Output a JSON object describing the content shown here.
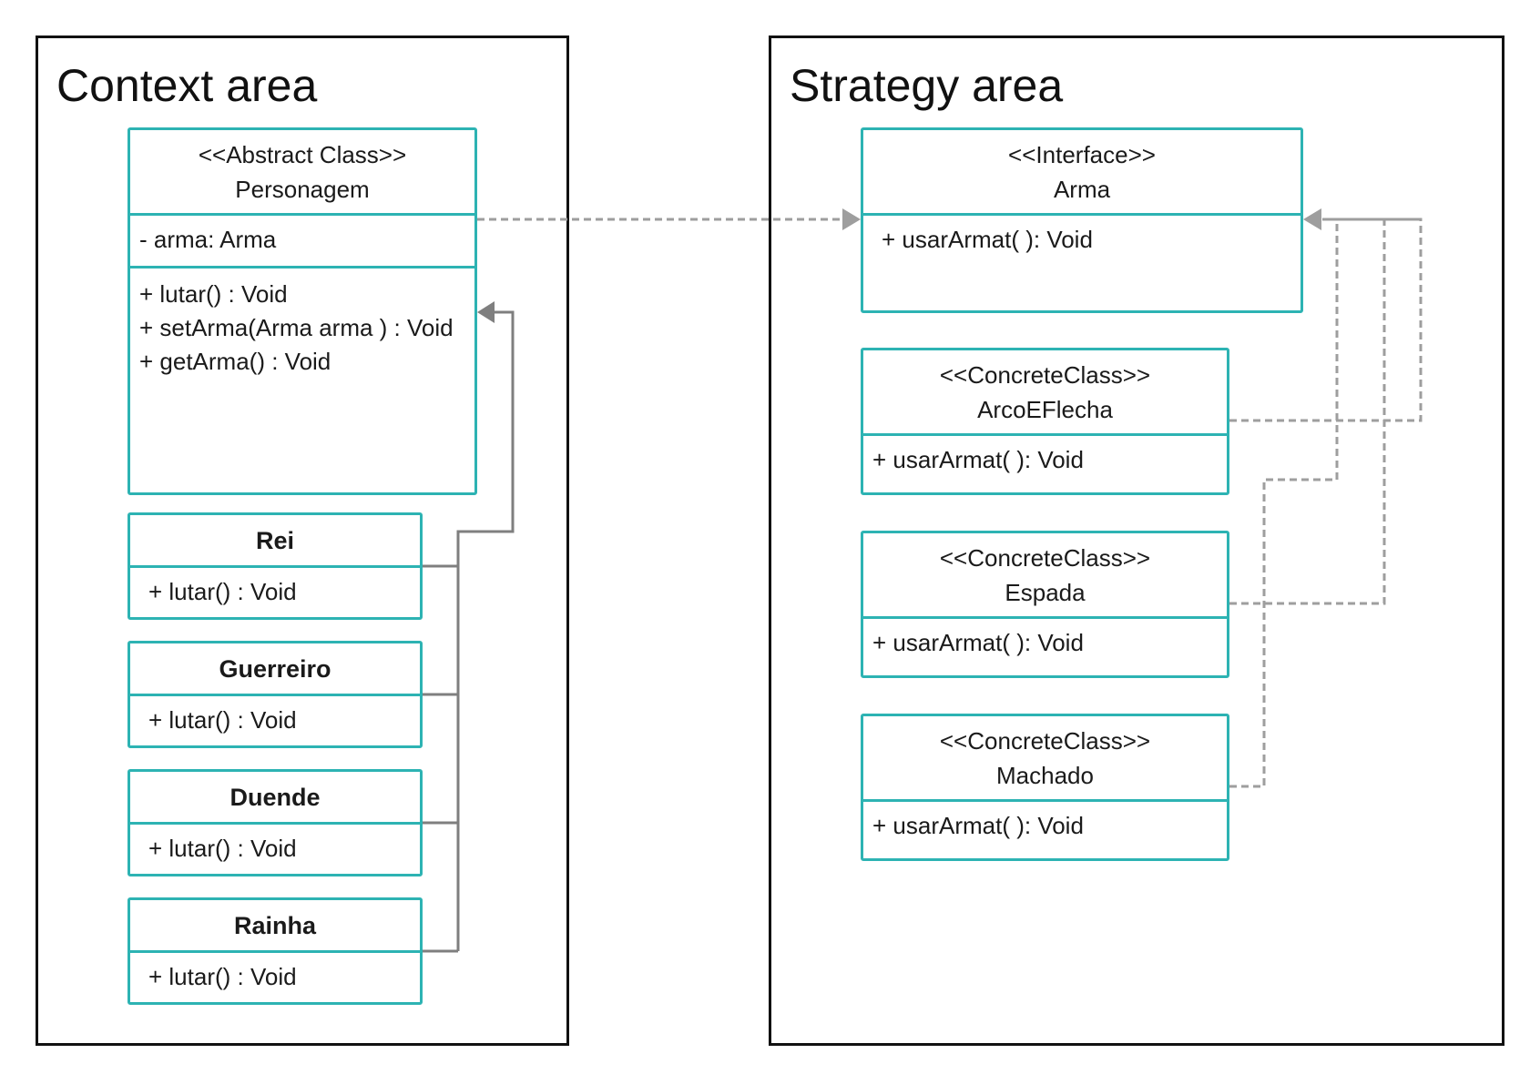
{
  "areas": {
    "context": {
      "title": "Context area"
    },
    "strategy": {
      "title": "Strategy area"
    }
  },
  "classes": {
    "personagem": {
      "stereotype": "<<Abstract Class>>",
      "name": "Personagem",
      "attributes": [
        "- arma: Arma"
      ],
      "methods": [
        "+ lutar() : Void",
        "+ setArma(Arma arma ) : Void",
        "+ getArma() : Void"
      ]
    },
    "rei": {
      "name": "Rei",
      "methods": [
        "+ lutar() : Void"
      ]
    },
    "guerreiro": {
      "name": "Guerreiro",
      "methods": [
        "+ lutar() : Void"
      ]
    },
    "duende": {
      "name": "Duende",
      "methods": [
        "+ lutar() : Void"
      ]
    },
    "rainha": {
      "name": "Rainha",
      "methods": [
        "+ lutar() : Void"
      ]
    },
    "arma": {
      "stereotype": "<<Interface>>",
      "name": "Arma",
      "methods": [
        "+ usarArmat( ): Void"
      ]
    },
    "arcoeflecha": {
      "stereotype": "<<ConcreteClass>>",
      "name": "ArcoEFlecha",
      "methods": [
        "+ usarArmat( ): Void"
      ]
    },
    "espada": {
      "stereotype": "<<ConcreteClass>>",
      "name": "Espada",
      "methods": [
        "+ usarArmat( ): Void"
      ]
    },
    "machado": {
      "stereotype": "<<ConcreteClass>>",
      "name": "Machado",
      "methods": [
        "+ usarArmat( ): Void"
      ]
    }
  },
  "colors": {
    "class_border": "#2db3b3",
    "area_border": "#111111",
    "inheritance_line": "#7f7f7f",
    "dashed_line": "#9e9e9e"
  }
}
